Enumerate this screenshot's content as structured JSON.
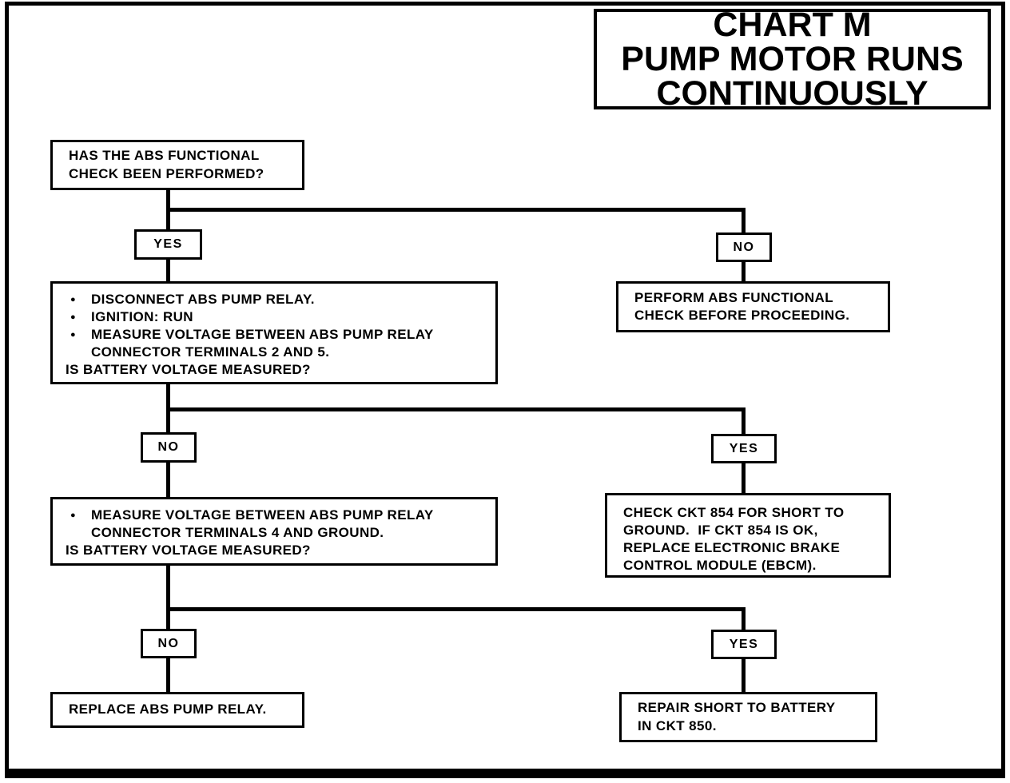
{
  "title": {
    "line1": "CHART M",
    "line2": "PUMP MOTOR RUNS",
    "line3": "CONTINUOUSLY"
  },
  "bullet_char": "●",
  "nodes": {
    "q1": {
      "line1": "HAS THE ABS FUNCTIONAL",
      "line2": "CHECK BEEN PERFORMED?"
    },
    "branch1": {
      "yes": "YES",
      "no": "NO"
    },
    "perform_check": {
      "line1": "PERFORM ABS FUNCTIONAL",
      "line2": "CHECK BEFORE PROCEEDING."
    },
    "step1": {
      "bullets": [
        "DISCONNECT ABS PUMP RELAY.",
        "IGNITION: RUN",
        "MEASURE VOLTAGE BETWEEN ABS PUMP RELAY CONNECTOR TERMINALS 2 AND 5."
      ],
      "question": "IS BATTERY VOLTAGE MEASURED?"
    },
    "branch2": {
      "no": "NO",
      "yes": "YES"
    },
    "check_ckt854": {
      "line1": "CHECK CKT 854 FOR SHORT TO",
      "line2": "GROUND.  IF CKT 854 IS OK,",
      "line3": "REPLACE ELECTRONIC BRAKE",
      "line4": "CONTROL MODULE (EBCM)."
    },
    "step2": {
      "bullets": [
        "MEASURE VOLTAGE BETWEEN ABS PUMP RELAY CONNECTOR TERMINALS 4 AND GROUND."
      ],
      "question": "IS BATTERY VOLTAGE MEASURED?"
    },
    "branch3": {
      "no": "NO",
      "yes": "YES"
    },
    "replace_relay": {
      "line1": "REPLACE ABS PUMP RELAY."
    },
    "repair_short": {
      "line1": "REPAIR SHORT TO BATTERY",
      "line2": "IN CKT 850."
    }
  }
}
